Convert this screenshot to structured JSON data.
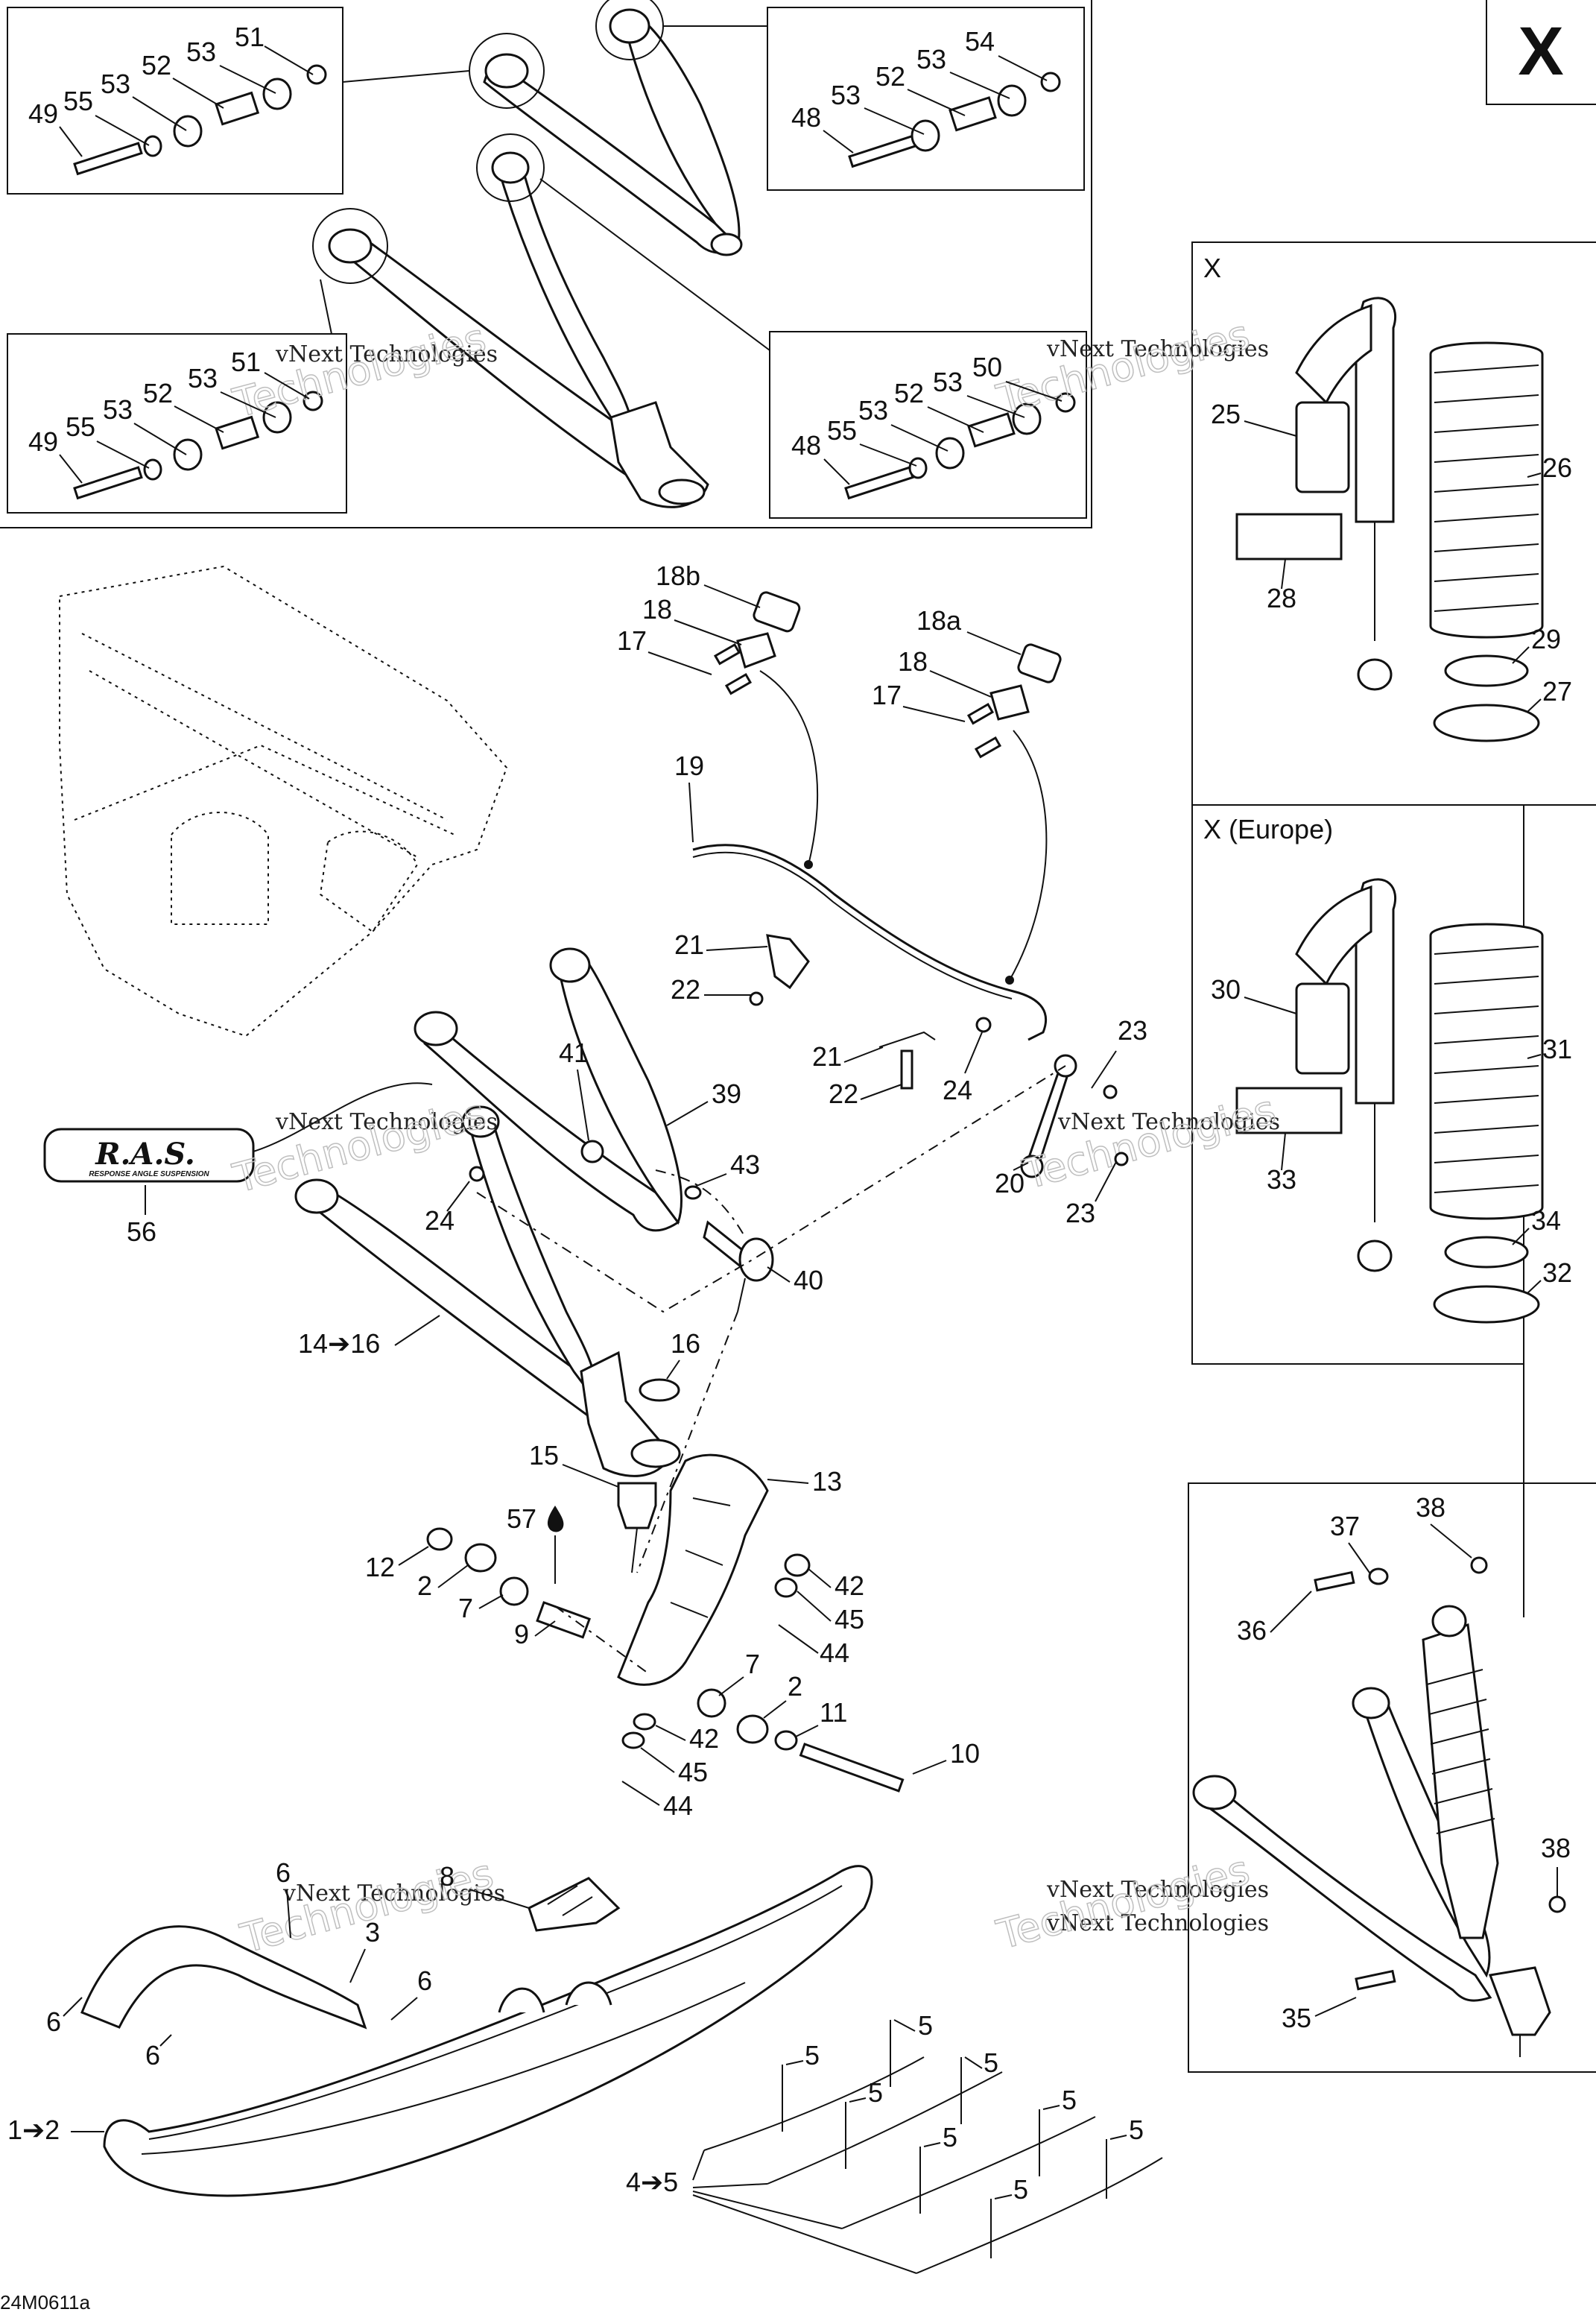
{
  "page": {
    "section_letter": "X",
    "drawing_code": "24M0611a",
    "watermark_small": "vNext Technologies",
    "watermark_large": "Technologies"
  },
  "insets": {
    "x": "X",
    "x_europe": "X (Europe)"
  },
  "ras_logo": {
    "text": "R.A.S.",
    "subtitle": "RESPONSE ANGLE SUSPENSION"
  },
  "callouts": {
    "tl_51": "51",
    "tl_53a": "53",
    "tl_52": "52",
    "tl_53b": "53",
    "tl_55": "55",
    "tl_49": "49",
    "tr_54": "54",
    "tr_53a": "53",
    "tr_52": "52",
    "tr_53b": "53",
    "tr_48": "48",
    "bl_51": "51",
    "bl_53a": "53",
    "bl_52": "52",
    "bl_53b": "53",
    "bl_55": "55",
    "bl_49": "49",
    "br_50": "50",
    "br_53a": "53",
    "br_52": "52",
    "br_53b": "53",
    "br_55": "55",
    "br_48": "48",
    "c18b": "18b",
    "c18_1": "18",
    "c17_1": "17",
    "c18a": "18a",
    "c18_2": "18",
    "c17_2": "17",
    "c19": "19",
    "c21_1": "21",
    "c22_1": "22",
    "c21_2": "21",
    "c22_2": "22",
    "c24_1": "24",
    "c23_1": "23",
    "c20": "20",
    "c23_2": "23",
    "c41": "41",
    "c39": "39",
    "c43": "43",
    "c56": "56",
    "c24_2": "24",
    "c40": "40",
    "c14_16": "14➔16",
    "c16": "16",
    "c15": "15",
    "c13": "13",
    "c57": "57",
    "c12": "12",
    "c2_1": "2",
    "c7_1": "7",
    "c9": "9",
    "c42_1": "42",
    "c45_1": "45",
    "c44_1": "44",
    "c7_2": "7",
    "c2_2": "2",
    "c11": "11",
    "c42_2": "42",
    "c45_2": "45",
    "c44_2": "44",
    "c10": "10",
    "c6_1": "6",
    "c8": "8",
    "c3": "3",
    "c6_2": "6",
    "c6_3": "6",
    "c6_4": "6",
    "c1_2": "1➔2",
    "c5_1": "5",
    "c5_2": "5",
    "c5_3": "5",
    "c5_4": "5",
    "c5_5": "5",
    "c5_6": "5",
    "c5_7": "5",
    "c5_8": "5",
    "c4_5": "4➔5",
    "c25": "25",
    "c26": "26",
    "c28": "28",
    "c29": "29",
    "c27": "27",
    "c30": "30",
    "c31": "31",
    "c33": "33",
    "c34": "34",
    "c32": "32",
    "c37": "37",
    "c38_1": "38",
    "c36": "36",
    "c38_2": "38",
    "c35": "35"
  }
}
